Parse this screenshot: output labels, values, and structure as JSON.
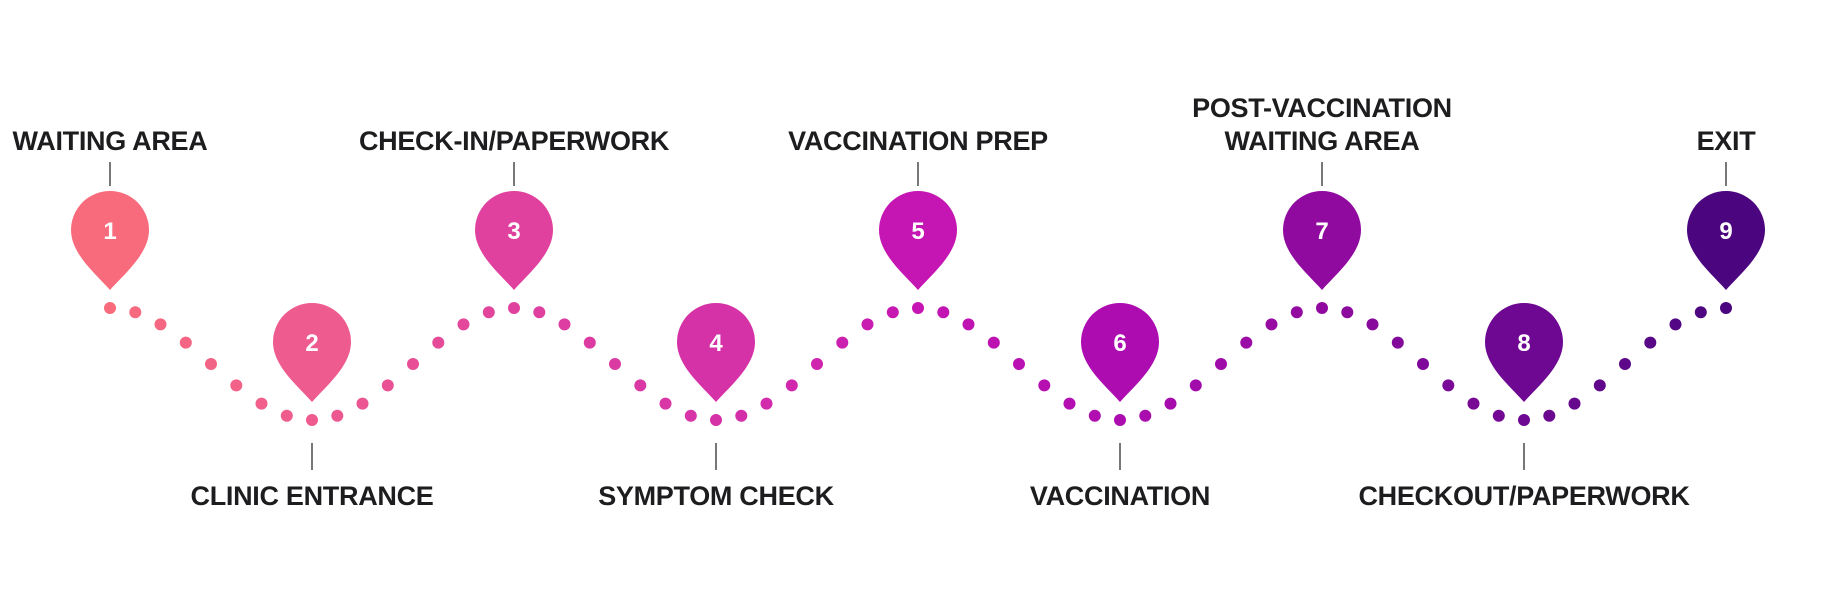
{
  "diagram": {
    "steps": [
      {
        "number": "1",
        "lines": [
          "WAITING AREA"
        ],
        "label_side": "top",
        "color": "#f86b7c"
      },
      {
        "number": "2",
        "lines": [
          "CLINIC ENTRANCE"
        ],
        "label_side": "bottom",
        "color": "#ee5b8e"
      },
      {
        "number": "3",
        "lines": [
          "CHECK-IN/PAPERWORK"
        ],
        "label_side": "top",
        "color": "#e0419e"
      },
      {
        "number": "4",
        "lines": [
          "SYMPTOM CHECK"
        ],
        "label_side": "bottom",
        "color": "#d632a8"
      },
      {
        "number": "5",
        "lines": [
          "VACCINATION PREP"
        ],
        "label_side": "top",
        "color": "#c515b3"
      },
      {
        "number": "6",
        "lines": [
          "VACCINATION"
        ],
        "label_side": "bottom",
        "color": "#ad0db0"
      },
      {
        "number": "7",
        "lines": [
          "POST-VACCINATION",
          "WAITING AREA"
        ],
        "label_side": "top",
        "color": "#900a9f"
      },
      {
        "number": "8",
        "lines": [
          "CHECKOUT/PAPERWORK"
        ],
        "label_side": "bottom",
        "color": "#6e0892"
      },
      {
        "number": "9",
        "lines": [
          "EXIT"
        ],
        "label_side": "top",
        "color": "#4b067f"
      }
    ]
  }
}
